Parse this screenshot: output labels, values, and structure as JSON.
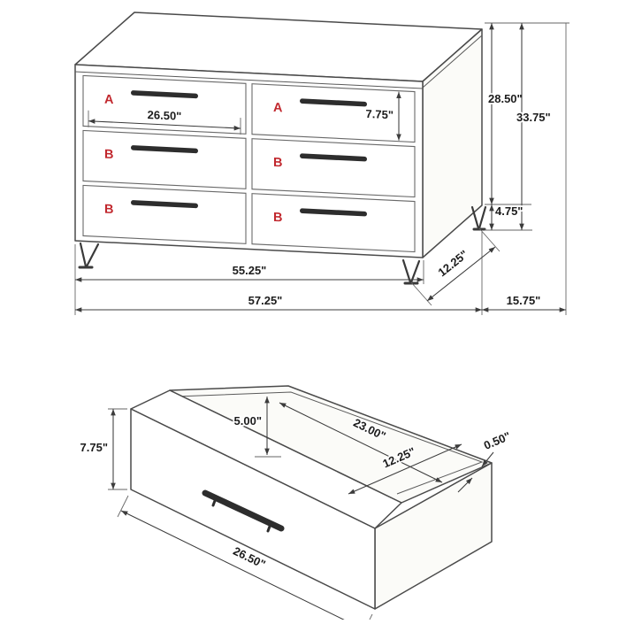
{
  "colors": {
    "line": "#4a4a4a",
    "dimension_text": "#1c1c1c",
    "drawer_label": "#c1272d",
    "handle": "#2d2d2d"
  },
  "dresser": {
    "drawer_letters": [
      "A",
      "A",
      "B",
      "B",
      "B",
      "B"
    ],
    "dims": {
      "drawer_width": "26.50\"",
      "drawer_height": "7.75\"",
      "case_height": "28.50\"",
      "overall_height": "33.75\"",
      "leg_height": "4.75\"",
      "width": "55.25\"",
      "depth": "12.25\"",
      "overall_width": "57.25\"",
      "overall_depth": "15.75\""
    }
  },
  "drawer": {
    "dims": {
      "inner_height": "5.00\"",
      "inner_width": "23.00\"",
      "front_height": "7.75\"",
      "inner_depth": "12.25\"",
      "side_thickness": "0.50\"",
      "front_width": "26.50\""
    }
  }
}
